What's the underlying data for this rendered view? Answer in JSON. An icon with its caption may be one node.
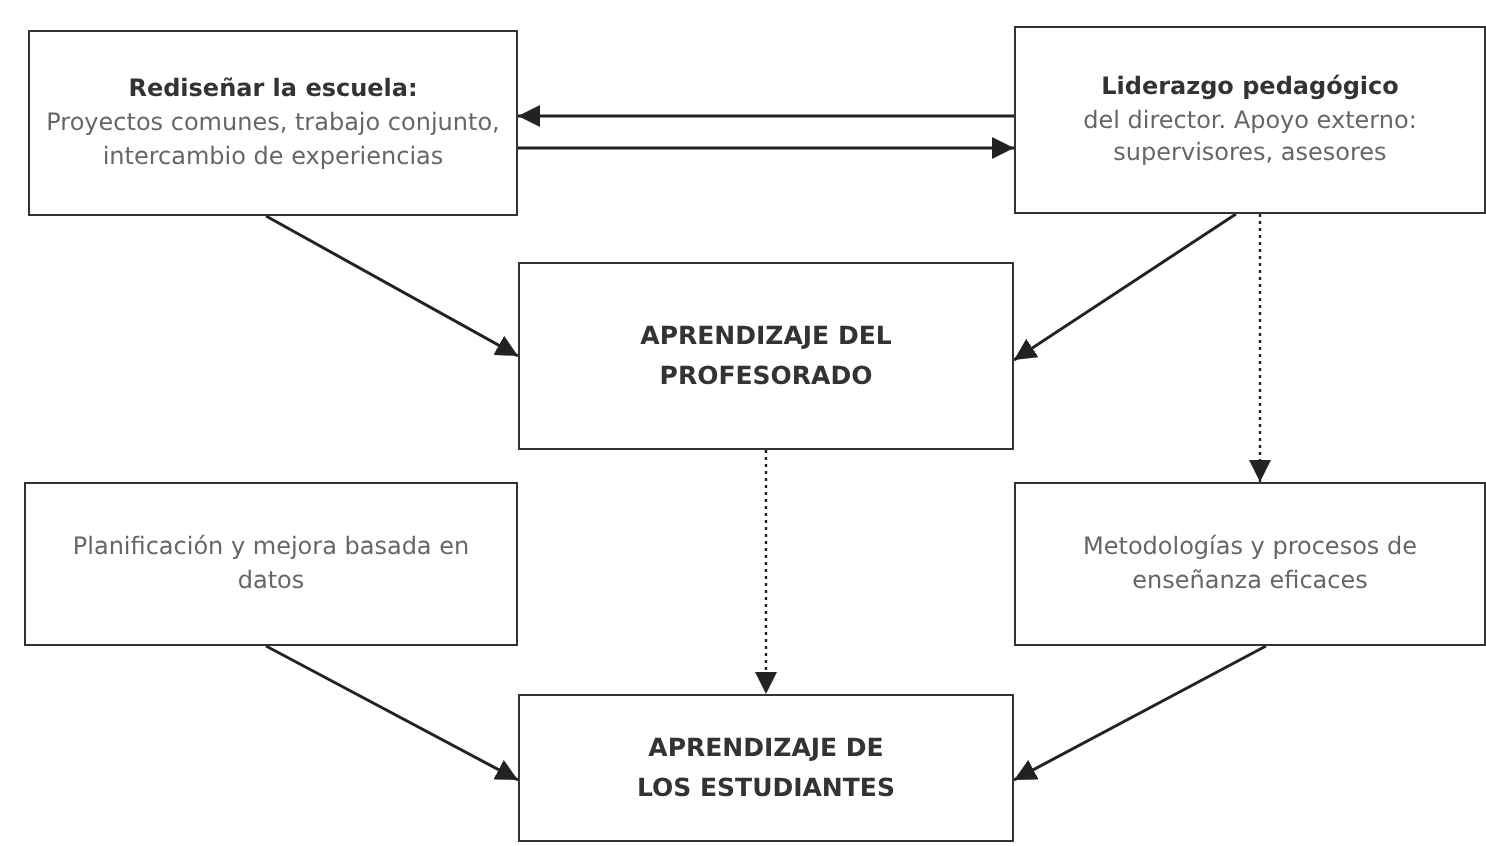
{
  "diagram": {
    "nodes": [
      {
        "text": [
          "Rediseñar la escuela:",
          "Proyectos comunes, trabajo conjunto, intercambio de experiencias"
        ]
      },
      {
        "text": [
          "Liderazgo pedagógico",
          "del director. Apoyo externo: supervisores, asesores"
        ]
      },
      {
        "text": [
          "APRENDIZAJE DEL PROFESORADO"
        ]
      },
      {
        "text": [
          "Planificación y mejora basada en datos"
        ]
      },
      {
        "text": [
          "Metodologías y procesos de enseñanza eficaces"
        ]
      },
      {
        "text": [
          "APRENDIZAJE DE LOS ESTUDIANTES"
        ]
      }
    ],
    "edges": [
      {
        "from": 1,
        "to": 0,
        "arrow": "to"
      },
      {
        "from": 0,
        "to": 1,
        "arrow": "to"
      },
      {
        "from": 0,
        "to": 2,
        "arrow": "to"
      },
      {
        "from": 1,
        "to": 2,
        "arrow": "to"
      },
      {
        "from": 1,
        "to": 4,
        "arrow": "to",
        "style": "dashed"
      },
      {
        "from": 2,
        "to": 5,
        "arrow": "to",
        "style": "dashed"
      },
      {
        "from": 3,
        "to": 5,
        "arrow": "to"
      },
      {
        "from": 4,
        "to": 5,
        "arrow": "to"
      }
    ]
  }
}
